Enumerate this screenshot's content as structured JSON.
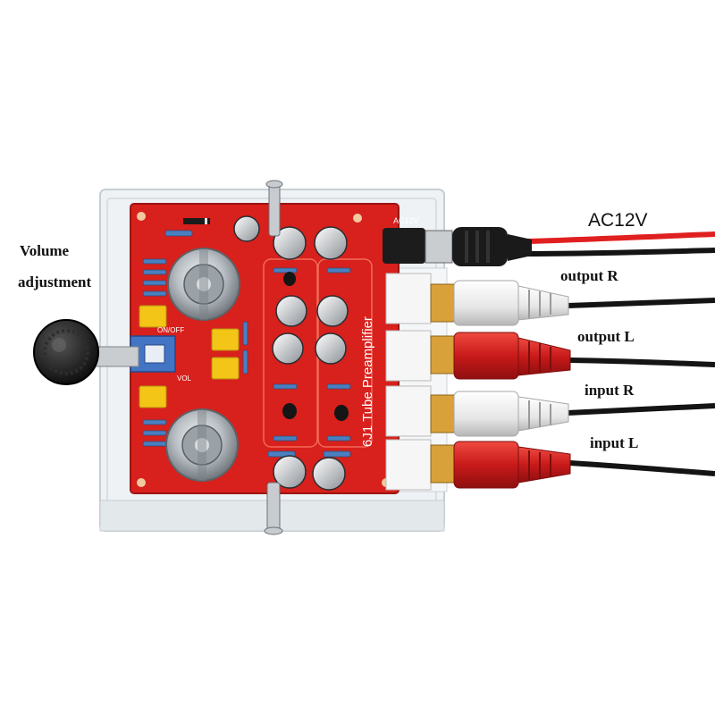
{
  "labels": {
    "volume_line1": "Volume",
    "volume_line2": "adjustment",
    "ac12v": "AC12V",
    "output_r": "output  R",
    "output_l": "output  L",
    "input_r": "input  R",
    "input_l": "input  L"
  },
  "board": {
    "silk_ac12v": "AC12V",
    "silk_onoff": "ON/OFF",
    "silk_vol": "VOL",
    "silk_title": "6J1 Tube Preamplifier"
  },
  "colors": {
    "pcb": "#d8201c",
    "acrylic": "#e9eef1",
    "cable": "#141414",
    "rca_red": "#d42121",
    "rca_white": "#f2f2f2",
    "capacitor_yellow": "#f2c516",
    "power_red": "#e02020"
  }
}
